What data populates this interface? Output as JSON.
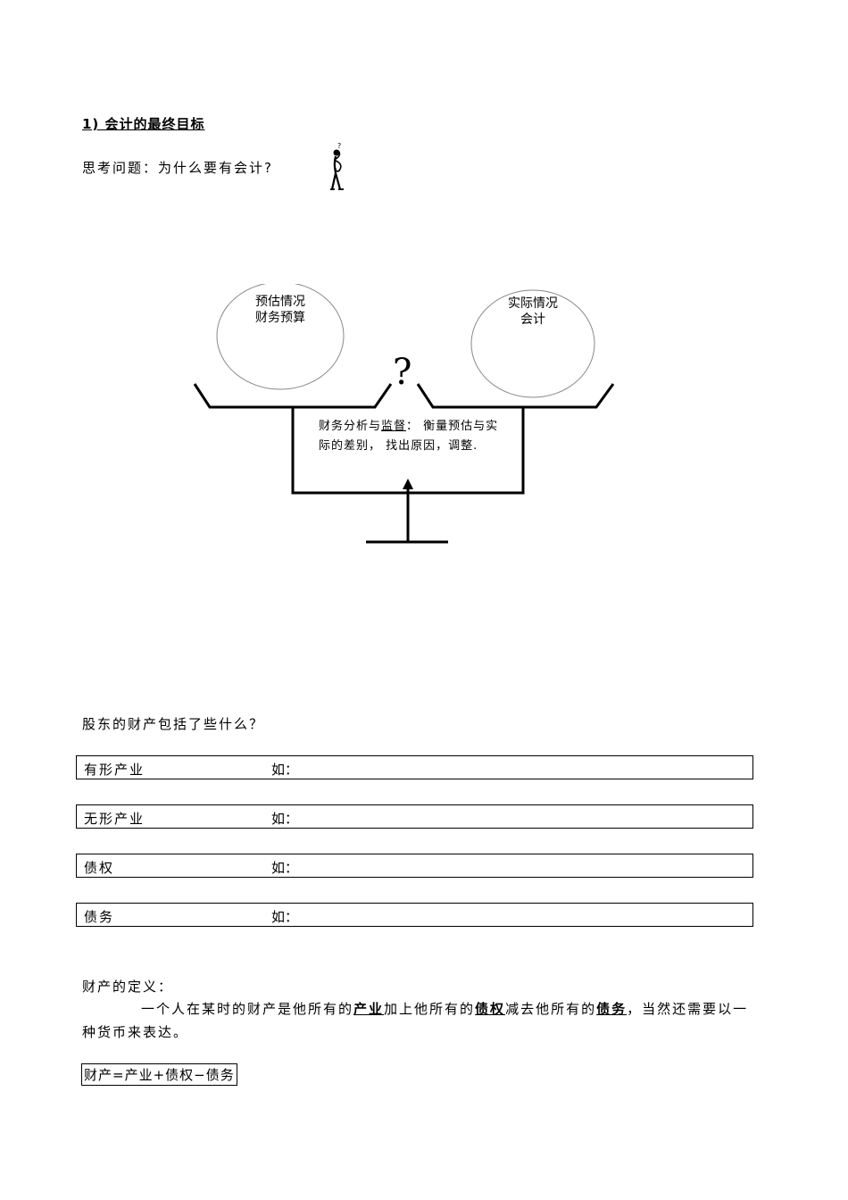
{
  "section": {
    "heading": "1) 会计的最终目标",
    "question": "思考问题：为什么要有会计?"
  },
  "diagram": {
    "left_ellipse": {
      "line1": "预估情况",
      "line2": "财务预算"
    },
    "right_ellipse": {
      "line1": "实际情况",
      "line2": "会计"
    },
    "question_mark": "?",
    "center": {
      "prefix": "财务分析与",
      "underlined": "监督",
      "suffix": "：  衡量预估与实际的差别，  找出原因，调整."
    }
  },
  "assets": {
    "question": "股东的财产包括了些什么？",
    "rows": [
      {
        "label": "有形产业",
        "example": "如："
      },
      {
        "label": "无形产业",
        "example": "如："
      },
      {
        "label": "债权",
        "example": "如："
      },
      {
        "label": "债务",
        "example": "如："
      }
    ]
  },
  "definition": {
    "title": "财产的定义：",
    "part1": "一个人在某时的财产是他所有的",
    "term1": "产业",
    "part2": "加上他所有的",
    "term2": "债权",
    "part3": "减去他所有的",
    "term3": "债务",
    "part4": "，当然还需要以一种货币来表达。",
    "formula": "财产=产业+债权−债务"
  }
}
